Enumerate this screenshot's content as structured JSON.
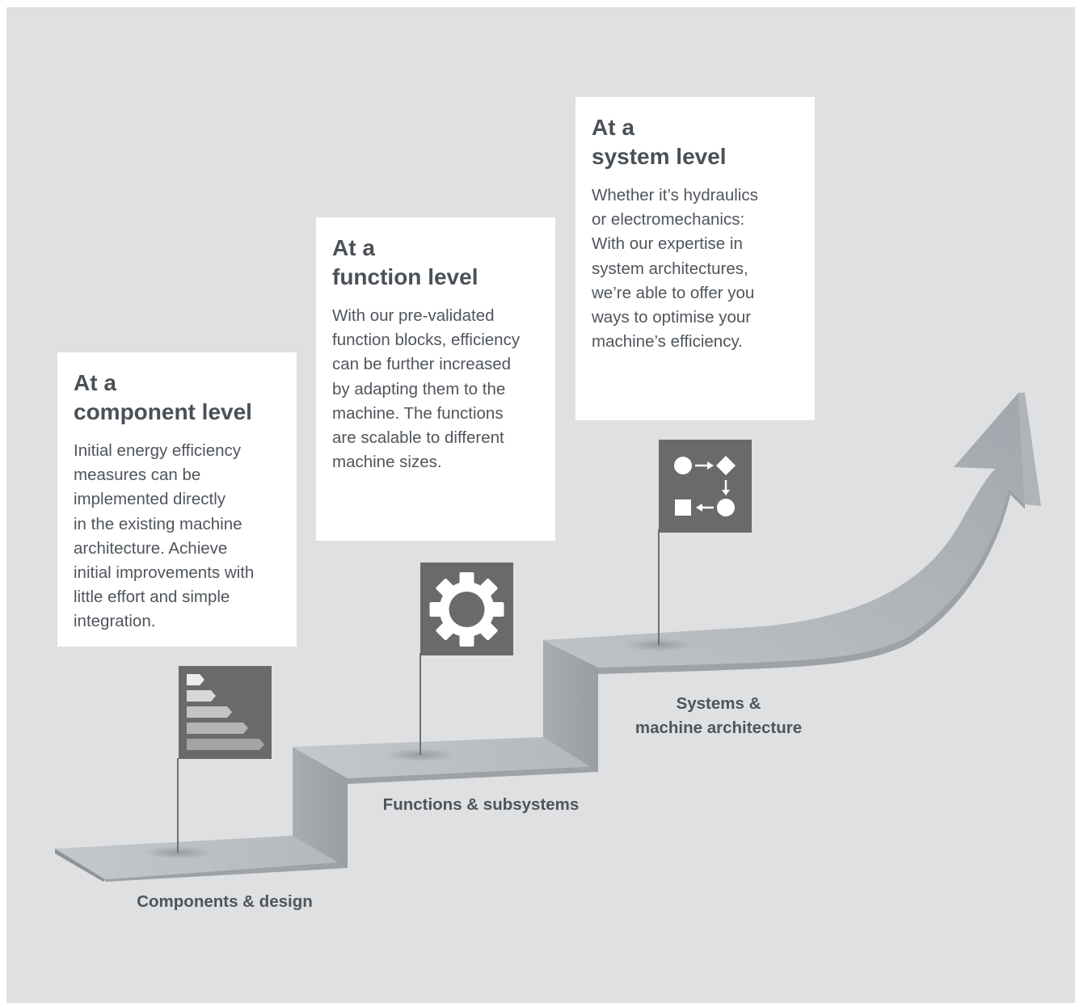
{
  "levels": [
    {
      "heading_line1": "At a",
      "heading_line2": "component level",
      "body": "Initial energy efficiency\nmeasures can be\nimplemented directly\nin the existing machine\narchitecture. Achieve\ninitial improvements with\nlittle effort and simple\nintegration.",
      "step_label": "Components & design",
      "icon": "energy-efficiency-rating-icon"
    },
    {
      "heading_line1": "At a",
      "heading_line2": "function level",
      "body": "With our pre-validated\nfunction blocks, efficiency\ncan be further increased\nby adapting them to the\nmachine. The functions\nare scalable to different\nmachine sizes.",
      "step_label": "Functions & subsystems",
      "icon": "gear-icon"
    },
    {
      "heading_line1": "At a",
      "heading_line2": "system level",
      "body": "Whether it’s hydraulics\nor electromechanics:\nWith our expertise in\nsystem architectures,\nwe’re able to offer you\nways to optimise your\nmachine’s efficiency.",
      "step_label_line1": "Systems &",
      "step_label_line2": "machine architecture",
      "icon": "system-flow-icon"
    }
  ],
  "colors": {
    "background": "#dfe0e1",
    "card": "#ffffff",
    "flag": "#6a6a6b",
    "text": "#4f555b"
  }
}
